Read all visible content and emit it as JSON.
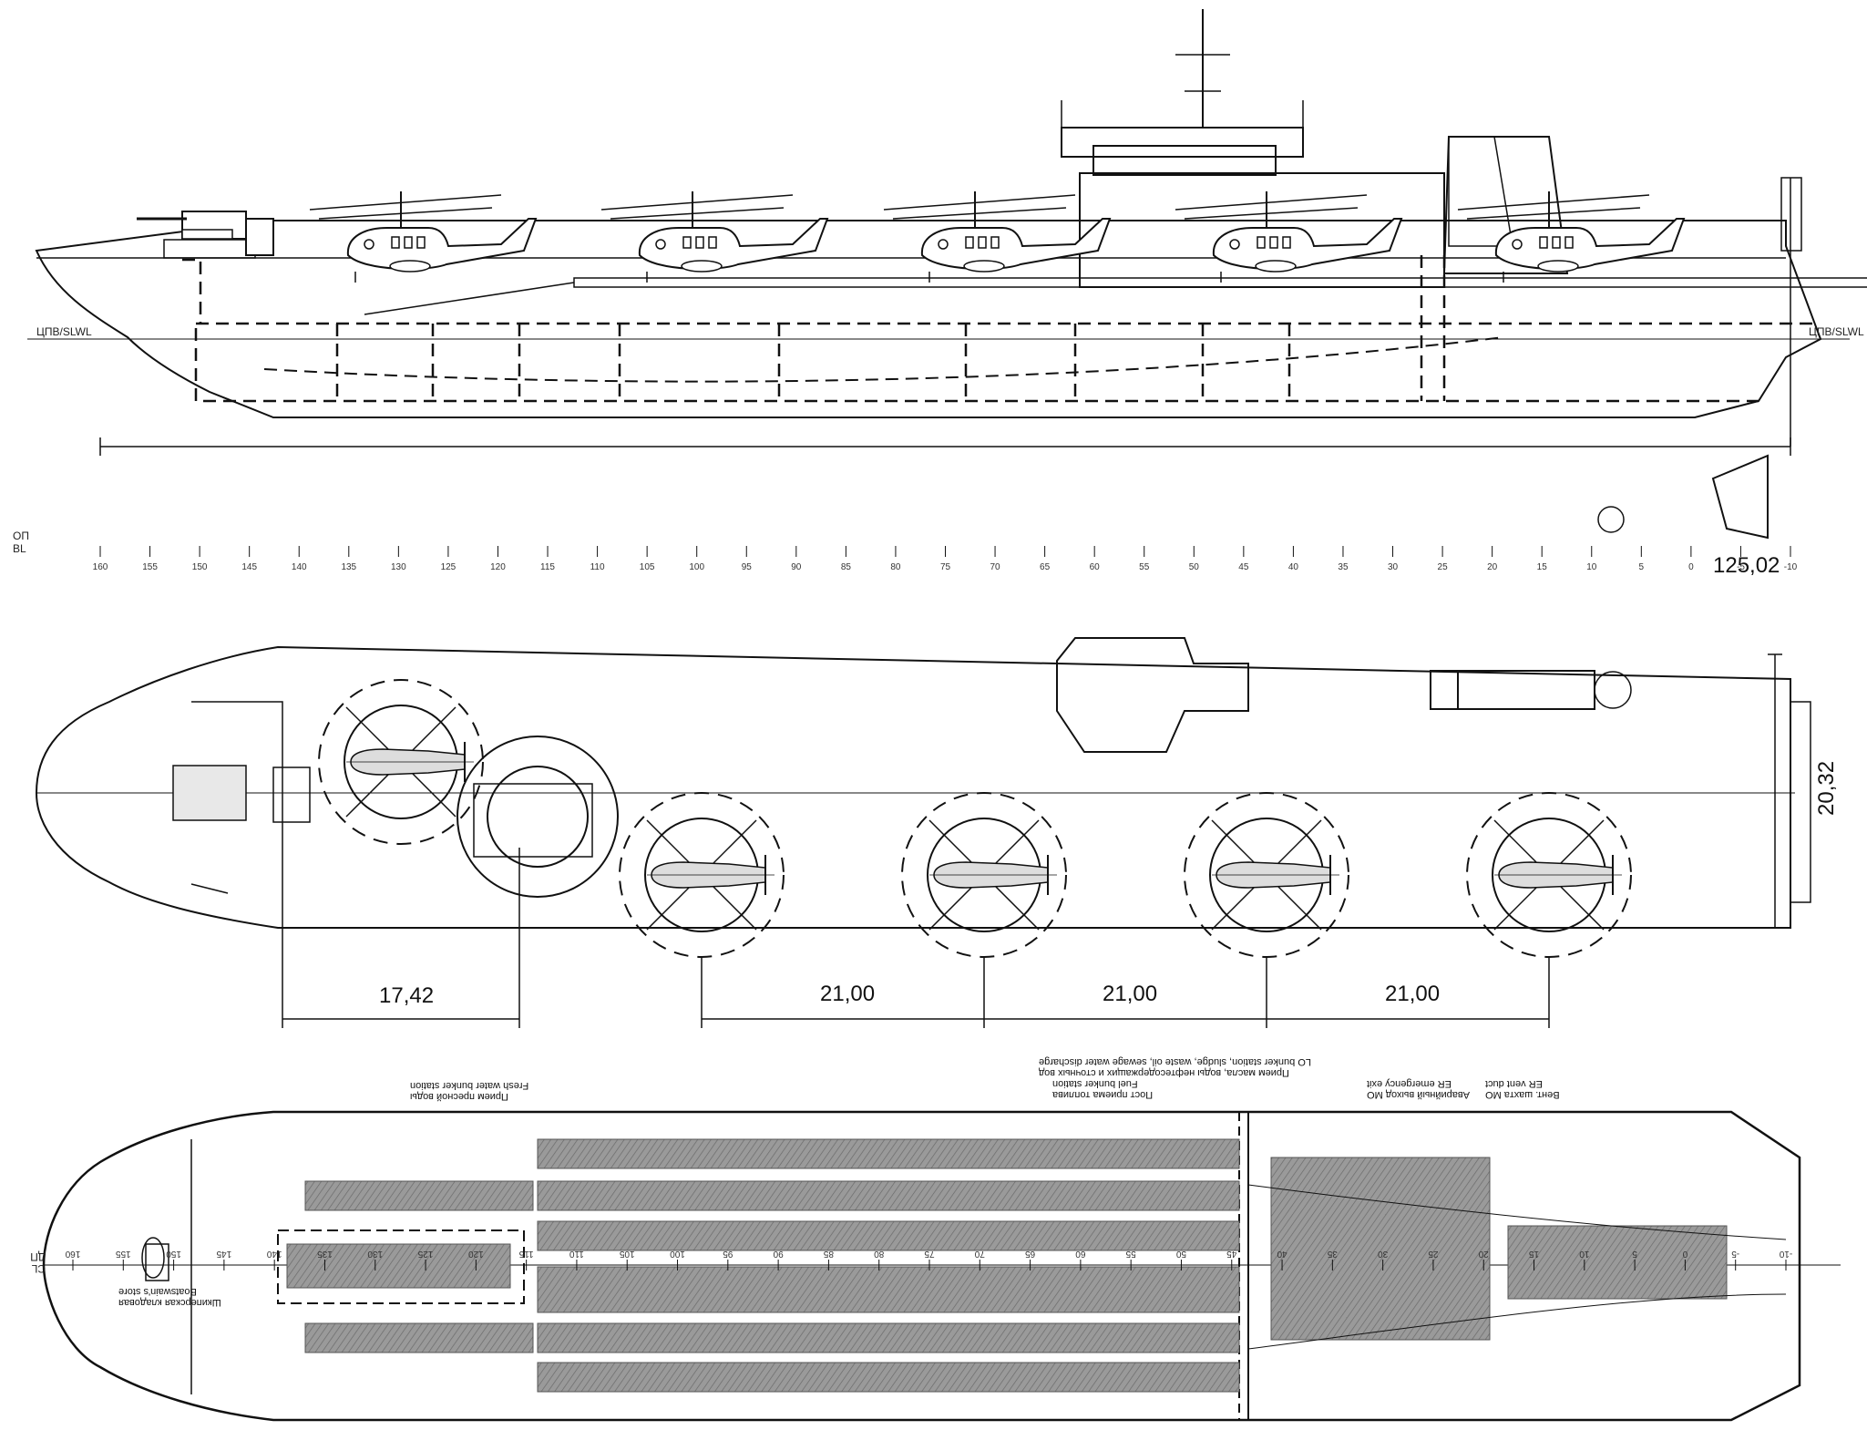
{
  "drawing": {
    "profile": {
      "waterline_label": "ЦПВ/SLWL",
      "baseline_labels": [
        "ОП",
        "BL"
      ],
      "length_dimension": "125,02",
      "frame_numbers": [
        "160",
        "155",
        "150",
        "145",
        "140",
        "135",
        "130",
        "125",
        "120",
        "115",
        "110",
        "105",
        "100",
        "95",
        "90",
        "85",
        "80",
        "75",
        "70",
        "65",
        "60",
        "55",
        "50",
        "45",
        "40",
        "35",
        "30",
        "25",
        "20",
        "15",
        "10",
        "5",
        "0",
        "-5",
        "-10"
      ]
    },
    "deck_plan": {
      "beam_dimension": "20,32",
      "bow_spacing_dimension": "17,42",
      "spacing_dimensions": [
        "21,00",
        "21,00",
        "21,00"
      ]
    },
    "hold_plan": {
      "centerline_labels": [
        "ДП",
        "CL"
      ],
      "frame_numbers": [
        "160",
        "155",
        "150",
        "145",
        "140",
        "135",
        "130",
        "125",
        "120",
        "115",
        "110",
        "105",
        "100",
        "95",
        "90",
        "85",
        "80",
        "75",
        "70",
        "65",
        "60",
        "55",
        "50",
        "45",
        "40",
        "35",
        "30",
        "25",
        "20",
        "15",
        "10",
        "5",
        "0",
        "-5",
        "-10"
      ],
      "notes": {
        "fresh_water_ru": "Прием пресной воды",
        "fresh_water_en": "Fresh water bunker station",
        "fuel_ru": "Пост приема топлива",
        "fuel_en": "Fuel bunker station",
        "lo_ru": "Прием масла, воды нефтесодержащих и сточных вод",
        "lo_en": "LO bunker station, sludge, waste oil, sewage water discharge",
        "emergency_ru": "Аварийный выход МО",
        "emergency_en": "ER emergency exit",
        "vent_ru": "Вент. шахта МО",
        "vent_en": "ER vent duct",
        "store_ru": "Шкиперская кладовая",
        "store_en": "Boatswain's store"
      }
    },
    "colors": {
      "line": "#111111",
      "hatch": "#8a8a8a",
      "background": "#ffffff"
    }
  }
}
